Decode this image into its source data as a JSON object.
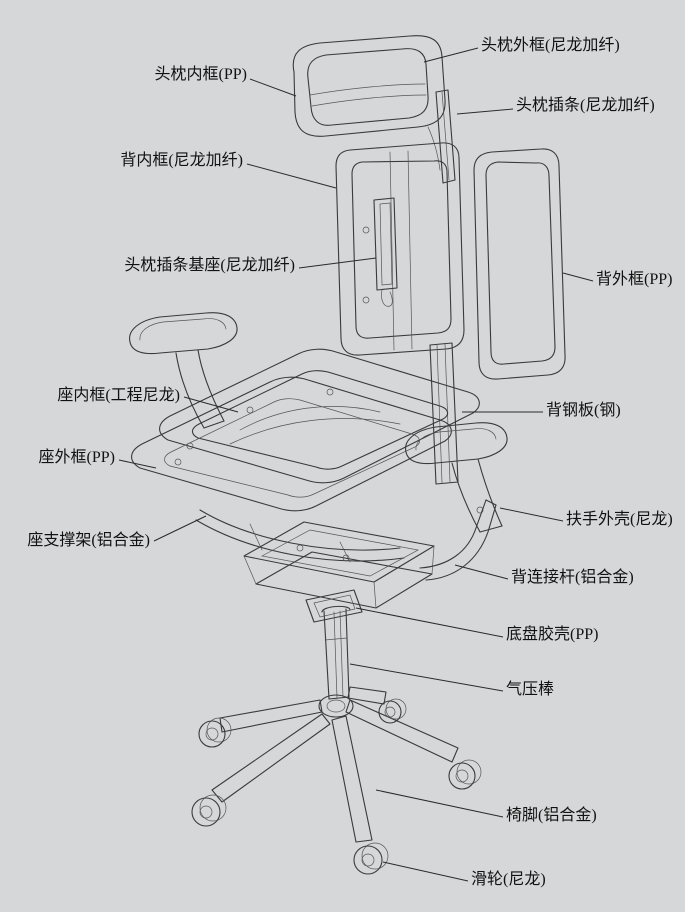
{
  "colors": {
    "background": "#d6d7d8",
    "line_art": "#3a3a3e",
    "label_text": "#121212",
    "leader_line": "#2b2b2b"
  },
  "diagram": {
    "subject": "office-chair-exploded-view",
    "labels": [
      {
        "id": "headrest-outer-frame",
        "text": "头枕外框(尼龙加纤)",
        "side": "right"
      },
      {
        "id": "headrest-inner-frame",
        "text": "头枕内框(PP)",
        "side": "left"
      },
      {
        "id": "headrest-insert-strip",
        "text": "头枕插条(尼龙加纤)",
        "side": "right"
      },
      {
        "id": "back-inner-frame",
        "text": "背内框(尼龙加纤)",
        "side": "left"
      },
      {
        "id": "headrest-insert-base",
        "text": "头枕插条基座(尼龙加纤)",
        "side": "left"
      },
      {
        "id": "back-outer-frame",
        "text": "背外框(PP)",
        "side": "right"
      },
      {
        "id": "seat-inner-frame",
        "text": "座内框(工程尼龙)",
        "side": "left"
      },
      {
        "id": "back-steel-plate",
        "text": "背钢板(钢)",
        "side": "right"
      },
      {
        "id": "seat-outer-frame",
        "text": "座外框(PP)",
        "side": "left"
      },
      {
        "id": "armrest-shell",
        "text": "扶手外壳(尼龙)",
        "side": "right"
      },
      {
        "id": "seat-support-frame",
        "text": "座支撑架(铝合金)",
        "side": "left"
      },
      {
        "id": "back-connecting-rod",
        "text": "背连接杆(铝合金)",
        "side": "right"
      },
      {
        "id": "chassis-shell",
        "text": "底盘胶壳(PP)",
        "side": "right"
      },
      {
        "id": "gas-lift-rod",
        "text": "气压棒",
        "side": "right"
      },
      {
        "id": "chair-base",
        "text": "椅脚(铝合金)",
        "side": "right"
      },
      {
        "id": "caster-wheel",
        "text": "滑轮(尼龙)",
        "side": "right"
      }
    ]
  }
}
